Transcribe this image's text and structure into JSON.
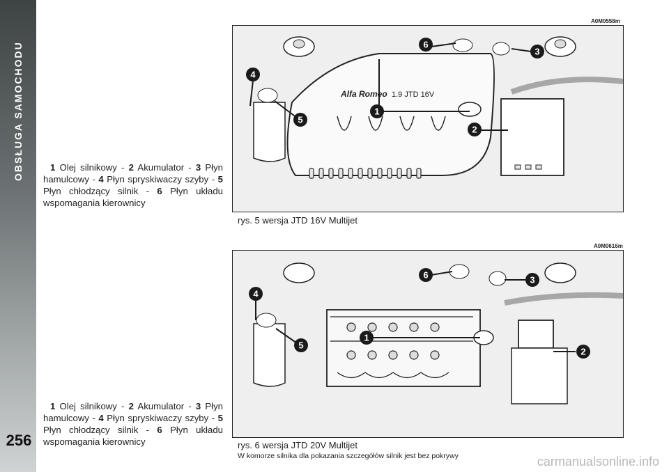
{
  "side": {
    "title": "OBSŁUGA SAMOCHODU",
    "page_number": "256"
  },
  "figures": [
    {
      "code": "A0M0558m",
      "caption": "rys. 5 wersja JTD 16V Multijet",
      "engine_label": "1.9  JTD 16V",
      "brand": "Alfa Romeo"
    },
    {
      "code": "A0M0616m",
      "caption": "rys. 6 wersja JTD 20V Multijet",
      "note": "W komorze silnika dla pokazania szczegółów silnik jest bez pokrywy"
    }
  ],
  "legend": {
    "items": [
      {
        "num": "1",
        "text": "Olej silnikowy -"
      },
      {
        "num": "2",
        "text": "Akumulator -"
      },
      {
        "num": "3",
        "text": "Płyn hamulcowy -"
      },
      {
        "num": "4",
        "text": "Płyn spryskiwaczy szyby -"
      },
      {
        "num": "5",
        "text": "Płyn chłodzący silnik -"
      },
      {
        "num": "6",
        "text": "Płyn układu wspomagania kierownicy"
      }
    ]
  },
  "watermark": "carmanualsonline.info",
  "colors": {
    "marker": "#1a1a1a",
    "strip_top": "#3e4344",
    "strip_bottom": "#cfd3d4"
  }
}
